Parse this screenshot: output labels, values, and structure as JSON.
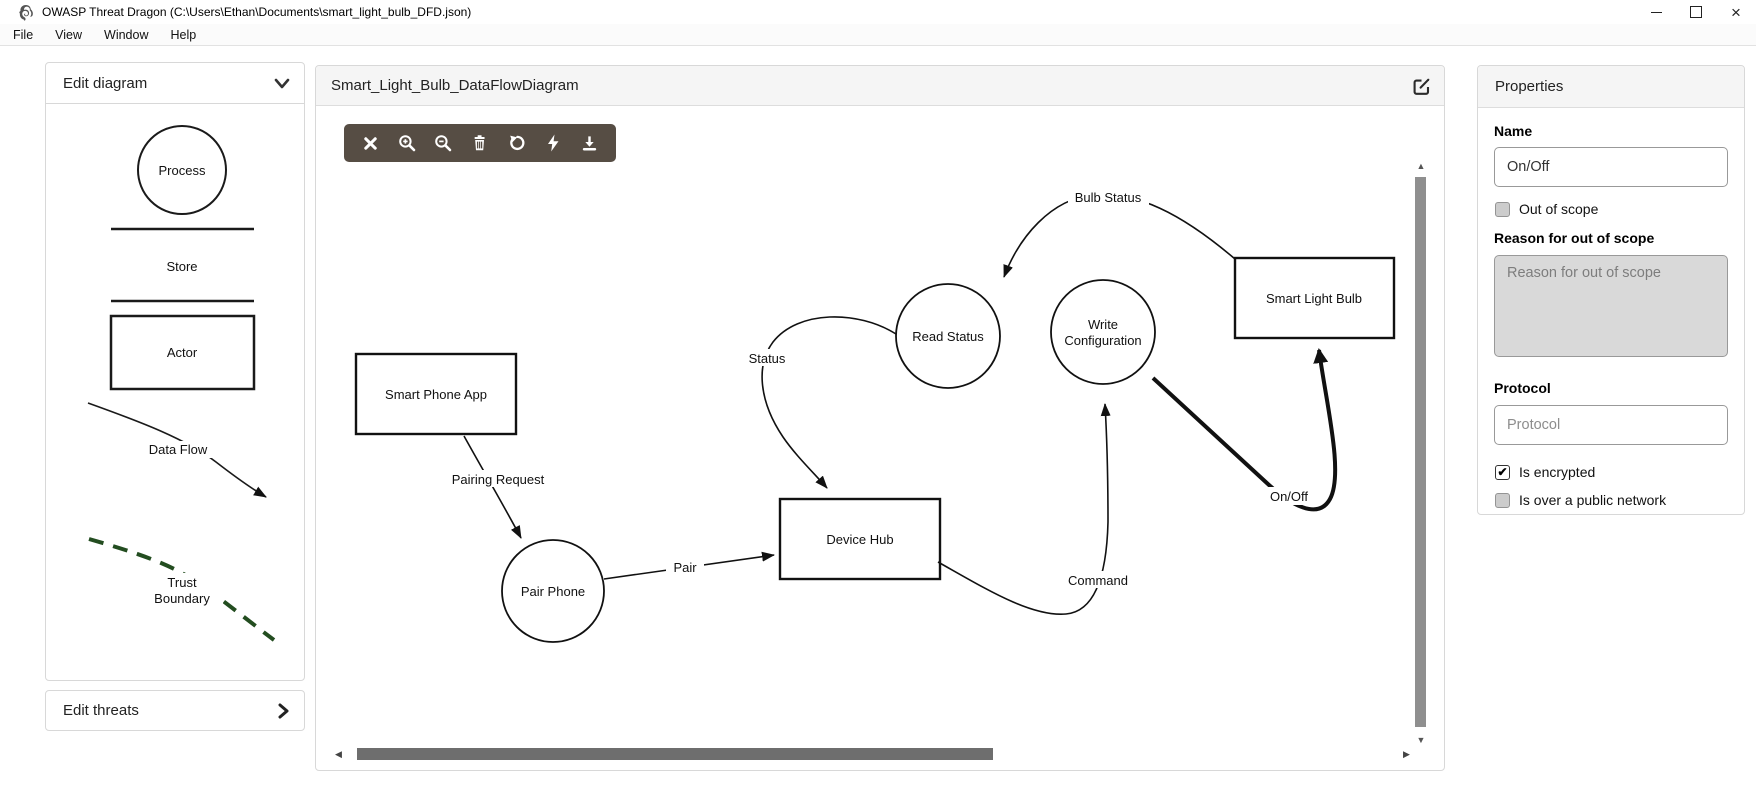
{
  "window": {
    "title": "OWASP Threat Dragon (C:\\Users\\Ethan\\Documents\\smart_light_bulb_DFD.json)",
    "controls": {
      "minimize": "minimize",
      "maximize": "maximize",
      "close": "close"
    }
  },
  "menu": {
    "items": [
      "File",
      "View",
      "Window",
      "Help"
    ]
  },
  "icons": {
    "check": "✔",
    "scroll_up": "▲",
    "scroll_down": "▼",
    "scroll_left": "◀",
    "scroll_right": "▶",
    "close_glyph": "×"
  },
  "sidebar": {
    "edit_diagram": {
      "label": "Edit diagram"
    },
    "edit_threats": {
      "label": "Edit threats"
    },
    "stencils": {
      "process": {
        "label": "Process"
      },
      "store": {
        "label": "Store"
      },
      "actor": {
        "label": "Actor"
      },
      "data_flow": {
        "label": "Data Flow"
      },
      "trust_boundary": {
        "label_lines": [
          "Trust",
          "Boundary"
        ]
      }
    }
  },
  "canvas": {
    "title": "Smart_Light_Bulb_DataFlowDiagram",
    "toolbar_icons": [
      "close-icon",
      "zoom-in-icon",
      "zoom-out-icon",
      "delete-icon",
      "undo-icon",
      "flash-icon",
      "download-icon"
    ]
  },
  "diagram": {
    "nodes": [
      {
        "label": "Smart Phone App",
        "shape": "rect"
      },
      {
        "label": "Pair Phone",
        "shape": "circle"
      },
      {
        "label": "Device Hub",
        "shape": "rect"
      },
      {
        "label": "Read Status",
        "shape": "circle"
      },
      {
        "label": "Write Configuration",
        "label_lines": [
          "Write",
          "Configuration"
        ],
        "shape": "circle"
      },
      {
        "label": "Smart Light Bulb",
        "shape": "rect"
      }
    ],
    "edges": [
      {
        "label": "Pairing Request",
        "from": "Smart Phone App",
        "to": "Pair Phone",
        "selected": false
      },
      {
        "label": "Pair",
        "from": "Pair Phone",
        "to": "Device Hub",
        "selected": false
      },
      {
        "label": "Status",
        "from": "Read Status",
        "to": "Device Hub",
        "selected": false
      },
      {
        "label": "Bulb Status",
        "from": "Smart Light Bulb",
        "to": "Read Status",
        "selected": false
      },
      {
        "label": "Command",
        "from": "Device Hub",
        "to": "Write Configuration",
        "selected": false
      },
      {
        "label": "On/Off",
        "from": "Write Configuration",
        "to": "Smart Light Bulb",
        "selected": true
      }
    ]
  },
  "properties": {
    "header": "Properties",
    "name_label": "Name",
    "name_value": "On/Off",
    "out_of_scope_label": "Out of scope",
    "out_of_scope_checked": false,
    "reason_label": "Reason for out of scope",
    "reason_placeholder": "Reason for out of scope",
    "protocol_label": "Protocol",
    "protocol_placeholder": "Protocol",
    "encrypted_label": "Is encrypted",
    "encrypted_checked": true,
    "public_network_label": "Is over a public network",
    "public_network_checked": false
  },
  "colors": {
    "toolbar_bg": "#564d44",
    "trust_boundary_green": "#234d20",
    "panel_header_bg": "#f5f5f5"
  }
}
